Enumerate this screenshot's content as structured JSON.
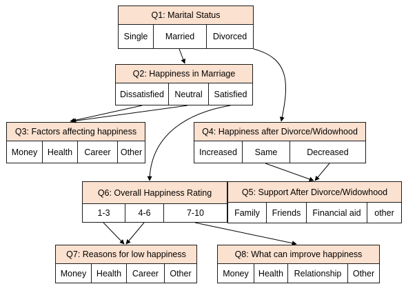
{
  "questions": {
    "q1": {
      "title": "Q1: Marital Status",
      "options": [
        "Single",
        "Married",
        "Divorced"
      ]
    },
    "q2": {
      "title": "Q2: Happiness in Marriage",
      "options": [
        "Dissatisfied",
        "Neutral",
        "Satisfied"
      ]
    },
    "q3": {
      "title": "Q3: Factors affecting happiness",
      "options": [
        "Money",
        "Health",
        "Career",
        "Other"
      ]
    },
    "q4": {
      "title": "Q4: Happiness after Divorce/Widowhood",
      "options": [
        "Increased",
        "Same",
        "Decreased"
      ]
    },
    "q5": {
      "title": "Q5: Support After Divorce/Widowhood",
      "options": [
        "Family",
        "Friends",
        "Financial aid",
        "other"
      ]
    },
    "q6": {
      "title": "Q6: Overall Happiness Rating",
      "options": [
        "1-3",
        "4-6",
        "7-10"
      ]
    },
    "q7": {
      "title": "Q7: Reasons for low happiness",
      "options": [
        "Money",
        "Health",
        "Career",
        "Other"
      ]
    },
    "q8": {
      "title": "Q8: What can improve happiness",
      "options": [
        "Money",
        "Health",
        "Relationship",
        "Other"
      ]
    }
  },
  "colors": {
    "title_fill": "#fbe1cf",
    "border": "#1a1a1a",
    "arrow": "#000000"
  }
}
